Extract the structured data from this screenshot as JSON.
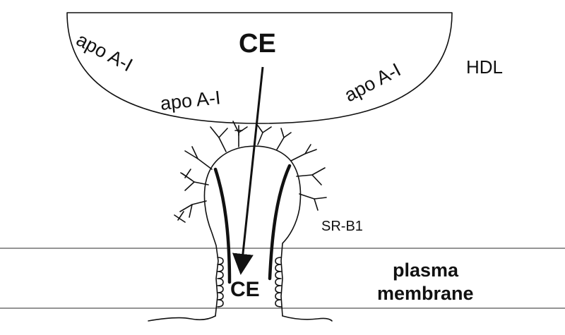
{
  "diagram": {
    "hdl_label": "HDL",
    "ce_top": "CE",
    "ce_bottom": "CE",
    "apo_left": "apo A-I",
    "apo_center": "apo A-I",
    "apo_right": "apo A-I",
    "receptor_label": "SR-B1",
    "membrane_line1": "plasma",
    "membrane_line2": "membrane"
  },
  "colors": {
    "stroke": "#111111",
    "membrane": "#555555",
    "background": "#ffffff"
  }
}
